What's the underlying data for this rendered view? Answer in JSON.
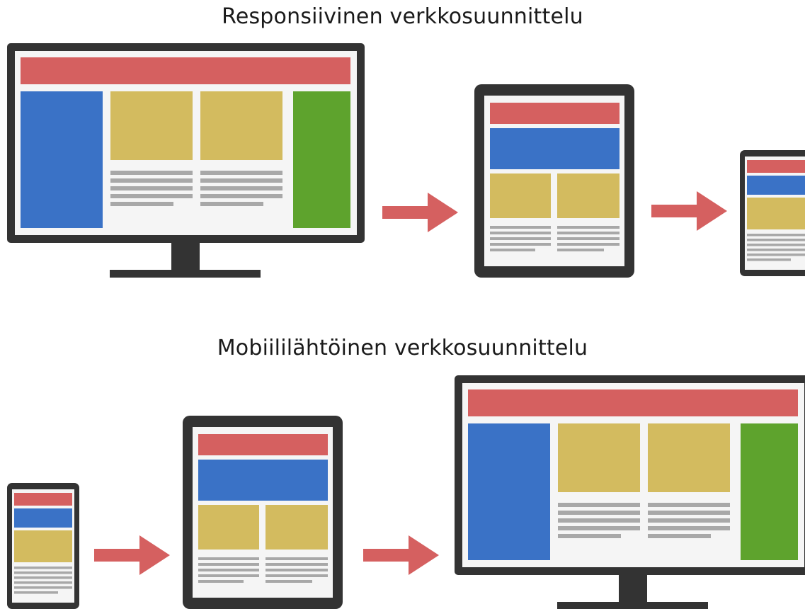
{
  "titles": {
    "responsive": "Responsiivinen verkkosuunnittelu",
    "mobile_first": "Mobiililähtöinen verkkosuunnittelu"
  },
  "colors": {
    "frame": "#333333",
    "screen": "#f5f5f5",
    "header": "#d56060",
    "blue": "#3a72c6",
    "yellow": "#d3bb5f",
    "green": "#5ea32d",
    "text_line": "#a8a8a8",
    "arrow": "#d56060"
  },
  "rows": [
    {
      "title_key": "responsive",
      "sequence": [
        "desktop",
        "arrow",
        "tablet",
        "arrow",
        "phone"
      ]
    },
    {
      "title_key": "mobile_first",
      "sequence": [
        "phone",
        "arrow",
        "tablet",
        "arrow",
        "desktop"
      ]
    }
  ]
}
